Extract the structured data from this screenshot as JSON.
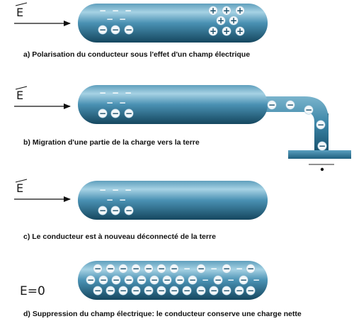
{
  "captions": {
    "a": "a) Polarisation du conducteur sous l'effet d'un champ électrique",
    "b": "b) Migration d'une partie de la charge vers la terre",
    "c": "c) Le conducteur est à nouveau déconnecté de la terre",
    "d": "d) Suppression du champ électrique: le conducteur conserve une charge nette"
  },
  "field": {
    "symbol": "E",
    "zero_label": "E=0"
  },
  "charge_symbols": {
    "negative": "−",
    "positive": "+"
  },
  "colors": {
    "conductor_light": "#7fb7cf",
    "conductor_mid": "#3d86a8",
    "conductor_dark": "#18506d",
    "charge_fill": "#f2f7fa",
    "charge_text": "#1b4f6a",
    "ground": "#2f7d9d"
  }
}
